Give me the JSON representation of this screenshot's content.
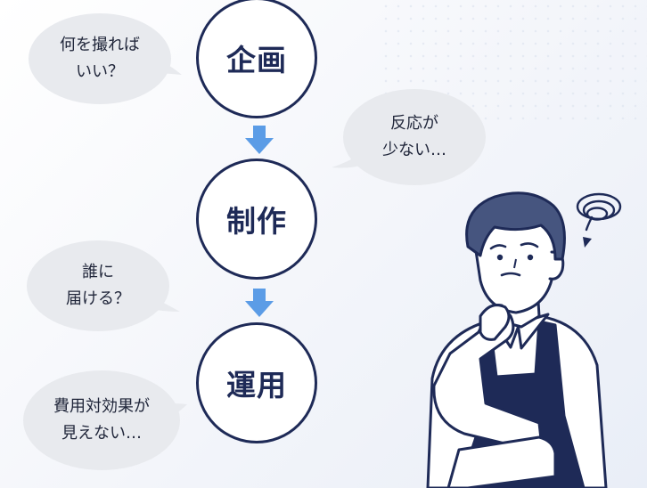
{
  "steps": [
    {
      "label": "企画"
    },
    {
      "label": "制作"
    },
    {
      "label": "運用"
    }
  ],
  "bubbles": [
    {
      "lines": [
        "何を撮れば",
        "いい？"
      ]
    },
    {
      "lines": [
        "反応が",
        "少ない…"
      ]
    },
    {
      "lines": [
        "誰に",
        "届ける？"
      ]
    },
    {
      "lines": [
        "費用対効果が",
        "見えない…"
      ]
    }
  ],
  "colors": {
    "circle_border": "#1e2a57",
    "arrow": "#5b9ce6",
    "bubble": "#e8eaee",
    "person_outline": "#1e2a57"
  },
  "icons": [
    "down-arrow-icon",
    "confusion-spiral-icon",
    "thinking-person-illustration"
  ]
}
